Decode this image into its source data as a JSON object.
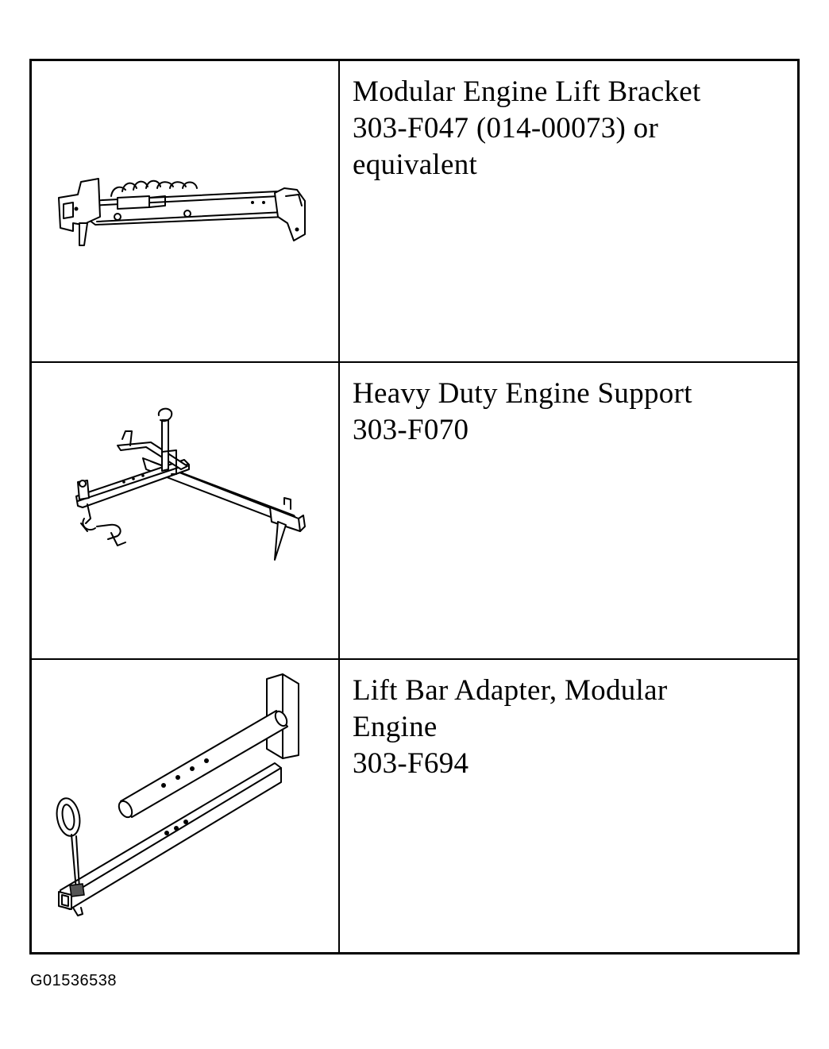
{
  "tools": [
    {
      "icon": "engine-lift-bracket-icon",
      "lines": [
        "Modular Engine Lift Bracket",
        "303-F047 (014-00073) or",
        "equivalent"
      ]
    },
    {
      "icon": "engine-support-icon",
      "lines": [
        "Heavy Duty Engine Support",
        "303-F070"
      ]
    },
    {
      "icon": "lift-bar-adapter-icon",
      "lines": [
        "Lift Bar Adapter, Modular",
        "Engine",
        "303-F694"
      ]
    }
  ],
  "figure_id": "G01536538"
}
